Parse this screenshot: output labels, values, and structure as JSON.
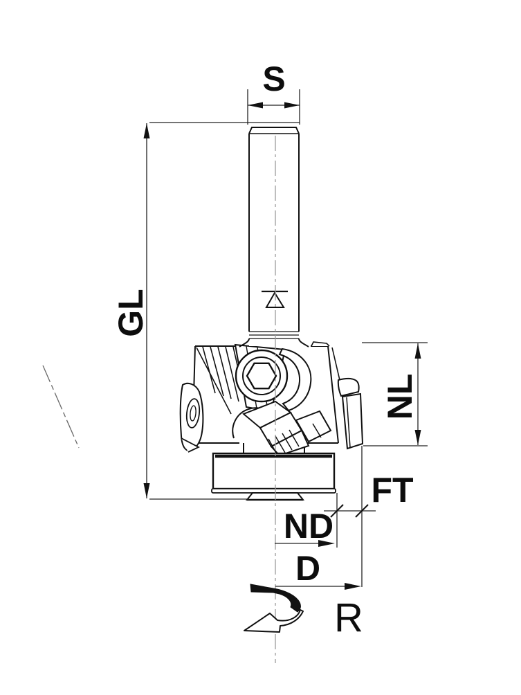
{
  "drawing": {
    "background": "#ffffff",
    "line_color": "#111111",
    "dimension_line_color": "#222222",
    "centerline_color": "#9a9a9a",
    "labels": {
      "s": "S",
      "gl": "GL",
      "nl": "NL",
      "ft": "FT",
      "nd": "ND",
      "d": "D",
      "r": "R"
    }
  }
}
